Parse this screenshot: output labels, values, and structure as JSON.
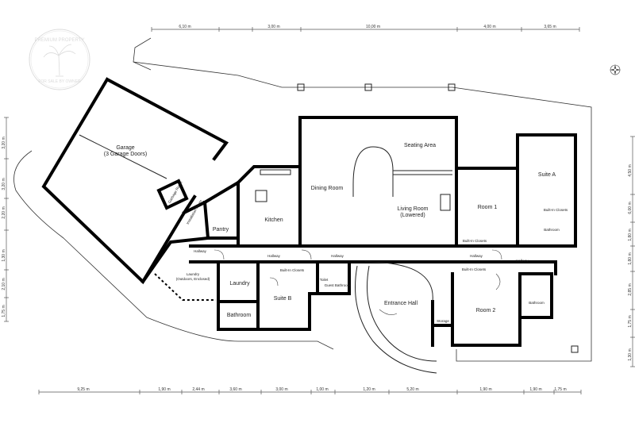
{
  "watermark": {
    "top_text": "PREMIUM PROPERTY",
    "bottom_text": "FOR SALE BY OWNER",
    "icon": "palm-tree-icon"
  },
  "compass_icon": "compass-rose-icon",
  "rooms": {
    "garage": "Garage",
    "garage_sub": "(3 Garage Doors)",
    "garbage_room": "Garbage Room",
    "installation_room": "Installation Room",
    "pantry": "Pantry",
    "kitchen": "Kitchen",
    "dining_room": "Dining Room",
    "seating_area": "Seating Area",
    "living_room": "Living Room",
    "living_room_sub": "(Lowered)",
    "room1": "Room 1",
    "suite_a": "Suite A",
    "built_in_closets_a": "Built-In Closets",
    "bathroom_a": "Bathroom",
    "built_in_closets_r1": "Built-In Closets",
    "hallway_left": "Hallway",
    "hallway_mid": "Hallway",
    "hallway_center": "Hallway",
    "hallway_right": "Hallway",
    "hallway_far_right": "Hallway",
    "laundry_outdoor": "Laundry",
    "laundry_outdoor_sub": "(Outdoors, Enclosed)",
    "laundry": "Laundry",
    "bathroom_b": "Bathroom",
    "suite_b": "Suite B",
    "built_in_closets_b": "Built-In Closets",
    "toilet": "Toilet",
    "guest_bathroom": "Guest Bathroom",
    "entrance_hall": "Entrance Hall",
    "storage": "Storage",
    "built_in_closets_r2": "Built-In Closets",
    "room2": "Room 2",
    "bathroom_r2": "Bathroom"
  },
  "dimensions": {
    "top": [
      "6,10 m",
      "3,00 m",
      "10,00 m",
      "4,00 m",
      "3,65 m"
    ],
    "bottom": [
      "9,25 m",
      "1,90 m",
      "2,44 m",
      "3,60 m",
      "3,00 m",
      "1,00 m",
      "1,20 m",
      "5,20 m",
      "1,90 m",
      "1,90 m",
      "1,75 m"
    ],
    "left": [
      "3,20 m",
      "3,20 m",
      "2,20 m",
      "1,30 m",
      "2,10 m",
      "1,75 m"
    ],
    "right": [
      "4,50 m",
      "6,00 m",
      "1,80 m",
      "1,80 m",
      "2,85 m",
      "1,75 m",
      "1,30 m"
    ]
  }
}
